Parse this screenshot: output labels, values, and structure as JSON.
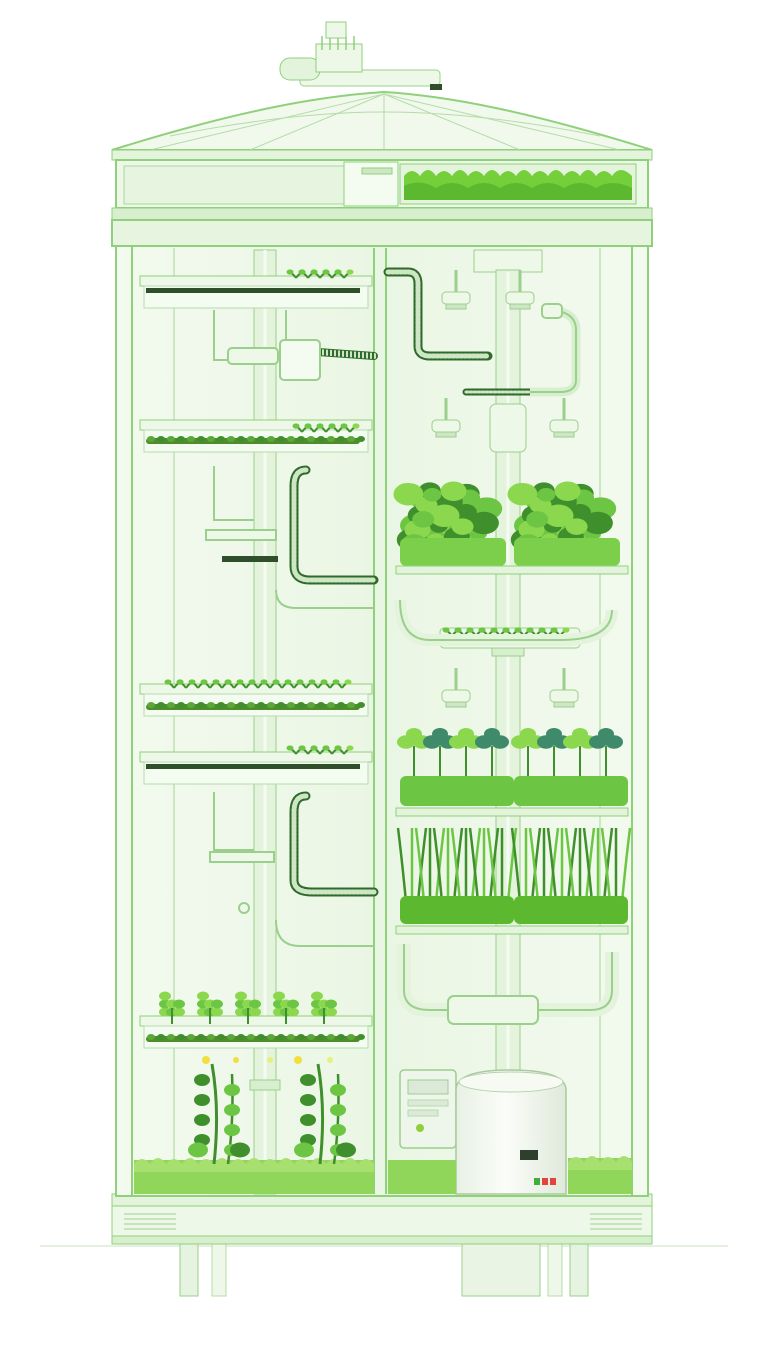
{
  "colors": {
    "background": "#ffffff",
    "frame": "#8fd17a",
    "frame_dark": "#5fb24a",
    "glass": "#eef8e9",
    "panel": "#e3f3dc",
    "pipe": "#d8efcf",
    "pipe_stroke": "#9bcf8c",
    "hose_dark": "#2f6b2a",
    "leaf": "#6cc644",
    "leaf_bright": "#8bd84f",
    "leaf_dark": "#3f8f2d",
    "leaf_teal": "#3f8a6a",
    "substrate": "#4f8d2c",
    "tank": "#f1f6ee",
    "indicator_red": "#e0443c",
    "indicator_green": "#3fae3a",
    "sensor_yellow": "#f2df3f"
  },
  "icons": {
    "roof": "greenhouse-roof-icon",
    "fan": "exhaust-fan-icon",
    "tank": "water-tank-icon",
    "controller": "control-panel-icon",
    "sprinkler": "mist-nozzle-icon",
    "hose": "corrugated-hose-icon"
  },
  "structure": {
    "left_shelves": [
      "seedling-tray",
      "microgreens-tray",
      "herb-tray",
      "seedling-tray",
      "bushy-herb-tray",
      "tall-plant-bed"
    ],
    "right_shelves": [
      "leafy-greens-tray",
      "microgreens-tray",
      "mixed-greens-tray",
      "grass-tray"
    ],
    "tank_indicators": [
      "green",
      "red",
      "red"
    ]
  }
}
